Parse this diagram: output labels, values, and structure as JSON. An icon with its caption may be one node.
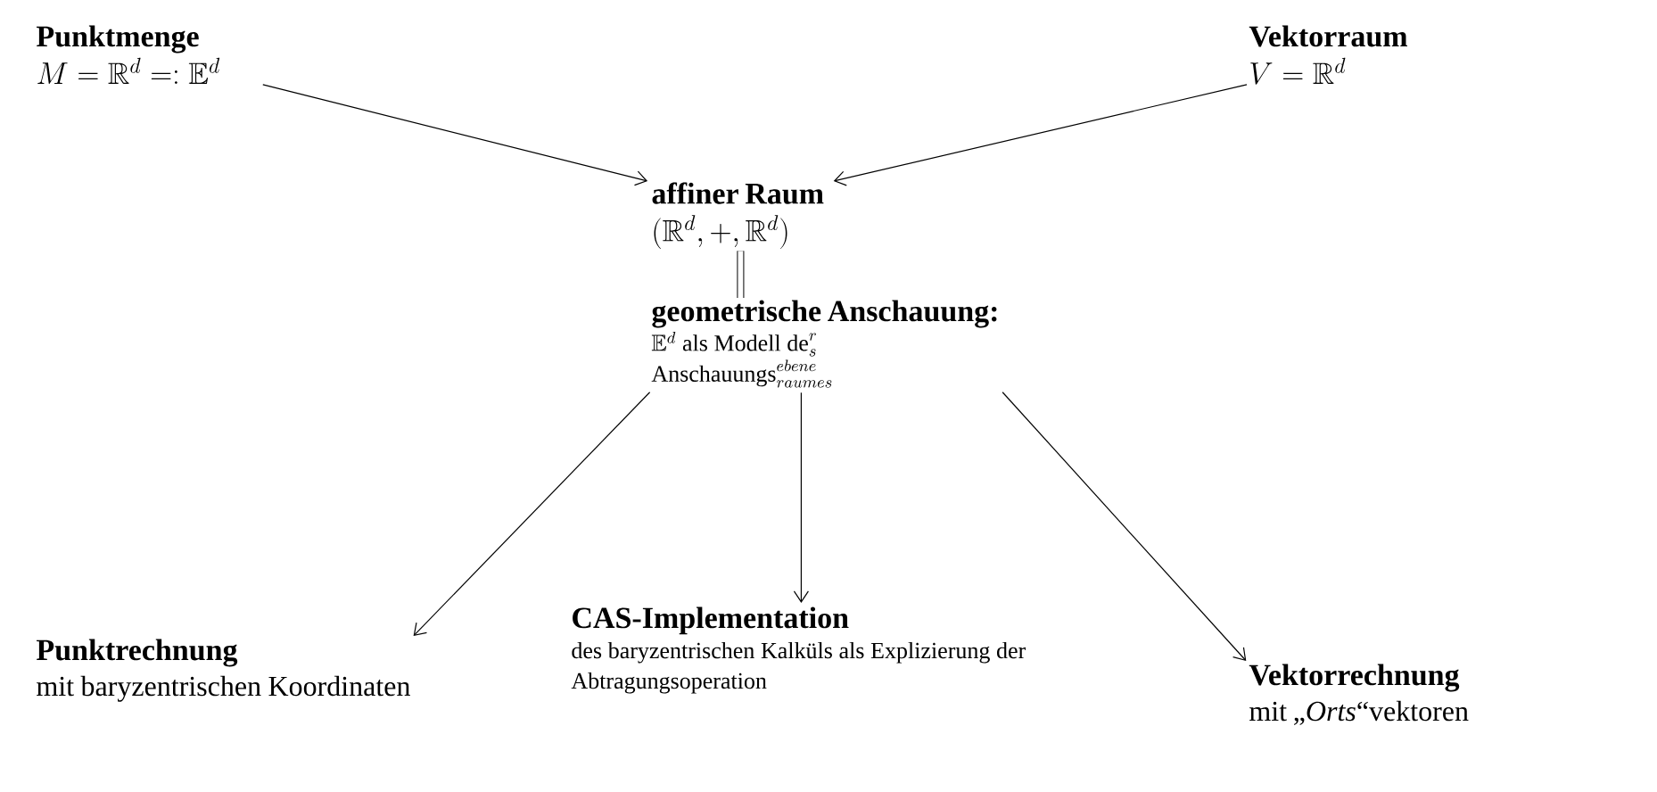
{
  "diagram": {
    "nodes": [
      {
        "text": [
          "Punktmenge",
          "M = \\mathbb{R}^d =: \\mathbb{E}^d"
        ]
      },
      {
        "text": [
          "Vektorraum",
          "V = \\mathbb{R}^d"
        ]
      },
      {
        "text": [
          "affiner Raum",
          "(\\mathbb{R}^d, +, \\mathbb{R}^d)"
        ]
      },
      {
        "text": [
          "geometrische Anschauung:",
          "\\begin{array}{@{}l@{}}\\mathbb{E}^d\\text{ als Modell de}^{r}_{s}\\\\ \\text{Anschauungs}^{ebene}_{raumes}\\end{array}"
        ]
      },
      {
        "text": [
          "Punktrechnung",
          "mit baryzentrischen Koordinaten"
        ]
      },
      {
        "text": [
          "CAS-Implementation",
          "des baryzentrischen Kalküls als Explizierung der Abtragungsoperation"
        ]
      },
      {
        "text": [
          "Vektorrechnung",
          "mit „*Orts*“vektoren"
        ]
      }
    ],
    "edges": [
      {
        "from": 0,
        "to": 2,
        "arrow": "to"
      },
      {
        "from": 1,
        "to": 2,
        "arrow": "to"
      },
      {
        "from": 2,
        "to": 3,
        "arrow": "none",
        "style": "thick"
      },
      {
        "from": 3,
        "to": 4,
        "arrow": "to"
      },
      {
        "from": 3,
        "to": 5,
        "arrow": "to"
      },
      {
        "from": 3,
        "to": 6,
        "arrow": "to"
      }
    ]
  }
}
